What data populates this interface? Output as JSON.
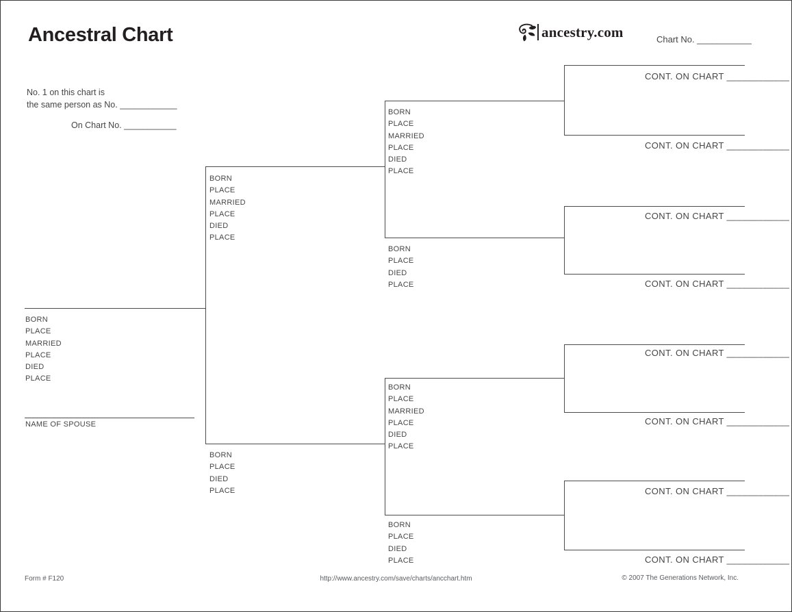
{
  "header": {
    "title": "Ancestral Chart",
    "logo_text": "ancestry.com",
    "chart_no_label": "Chart No.",
    "chart_no_blank": "___________"
  },
  "identity_note": {
    "line1": "No. 1 on this chart is",
    "line2": "the same person as No.",
    "line2_blank": "____________",
    "line3": "On Chart No.",
    "line3_blank": "___________"
  },
  "slots": {
    "person1": {
      "fields": [
        "BORN",
        "PLACE",
        "MARRIED",
        "PLACE",
        "DIED",
        "PLACE"
      ]
    },
    "spouse_label": "NAME OF SPOUSE",
    "father": {
      "fields": [
        "BORN",
        "PLACE",
        "MARRIED",
        "PLACE",
        "DIED",
        "PLACE"
      ]
    },
    "mother": {
      "fields": [
        "BORN",
        "PLACE",
        "DIED",
        "PLACE"
      ]
    },
    "paternal_grandfather": {
      "fields": [
        "BORN",
        "PLACE",
        "MARRIED",
        "PLACE",
        "DIED",
        "PLACE"
      ]
    },
    "paternal_grandmother": {
      "fields": [
        "BORN",
        "PLACE",
        "DIED",
        "PLACE"
      ]
    },
    "maternal_grandfather": {
      "fields": [
        "BORN",
        "PLACE",
        "MARRIED",
        "PLACE",
        "DIED",
        "PLACE"
      ]
    },
    "maternal_grandmother": {
      "fields": [
        "BORN",
        "PLACE",
        "DIED",
        "PLACE"
      ]
    }
  },
  "continuations": [
    {
      "label": "CONT. ON CHART",
      "blank": "____________"
    },
    {
      "label": "CONT. ON CHART",
      "blank": "____________"
    },
    {
      "label": "CONT. ON CHART",
      "blank": "____________"
    },
    {
      "label": "CONT. ON CHART",
      "blank": "____________"
    },
    {
      "label": "CONT. ON CHART",
      "blank": "____________"
    },
    {
      "label": "CONT. ON CHART",
      "blank": "____________"
    },
    {
      "label": "CONT. ON CHART",
      "blank": "____________"
    },
    {
      "label": "CONT. ON CHART",
      "blank": "____________"
    }
  ],
  "footer": {
    "form_number": "Form # F120",
    "url": "http://www.ancestry.com/save/charts/ancchart.htm",
    "copyright": "© 2007 The Generations Network, Inc."
  },
  "colors": {
    "line": "#4b4b4d",
    "text": "#454547",
    "brand": "#231f20"
  }
}
